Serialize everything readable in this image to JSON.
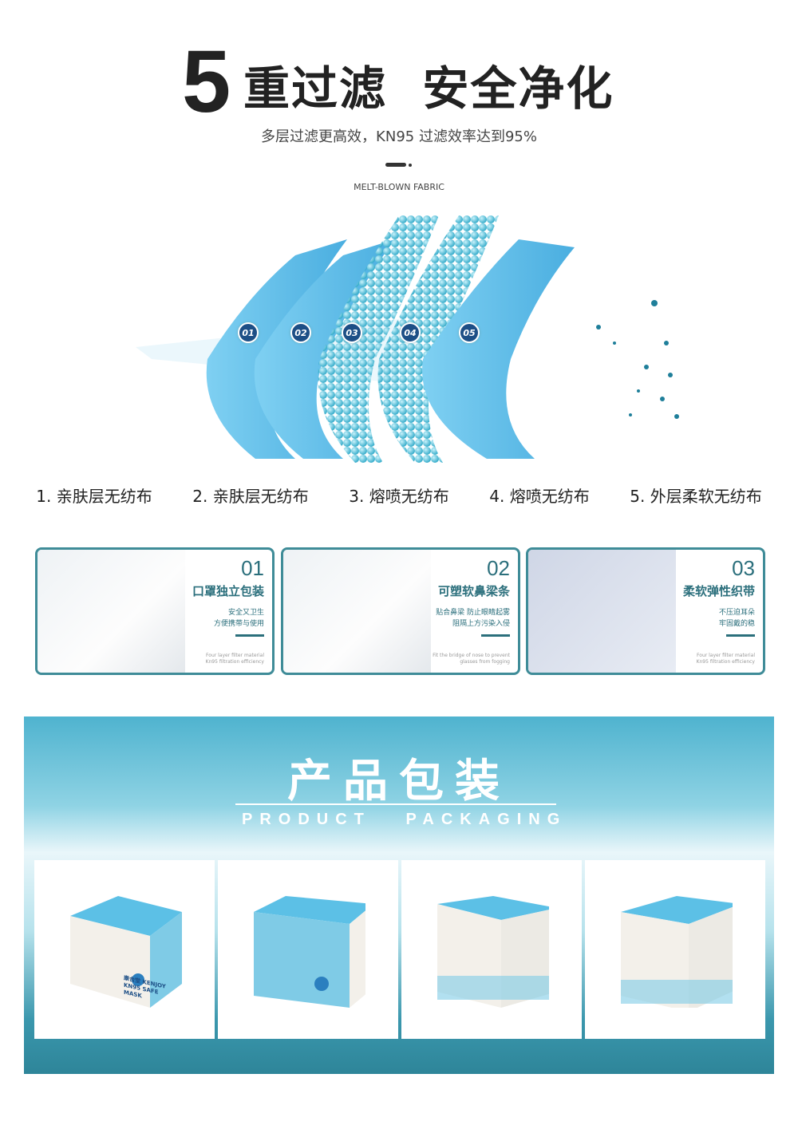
{
  "header": {
    "big_number": "5",
    "headline": "重过滤  安全净化",
    "subtitle": "多层过滤更高效，KN95 过滤效率达到95%",
    "label": "MELT-BLOWN FABRIC"
  },
  "layers": {
    "badges": [
      "01",
      "02",
      "03",
      "04",
      "05"
    ],
    "labels": [
      "1. 亲肤层无纺布",
      "2. 亲肤层无纺布",
      "3. 熔喷无纺布",
      "4. 熔喷无纺布",
      "5. 外层柔软无纺布"
    ]
  },
  "features": [
    {
      "num": "01",
      "title": "口罩独立包装",
      "desc1": "安全又卫生",
      "desc2": "方便携带与使用",
      "en1": "Four layer filter material",
      "en2": "Kn95 filtration efficiency"
    },
    {
      "num": "02",
      "title": "可塑软鼻梁条",
      "desc1": "贴合鼻梁  防止眼睛起雾",
      "desc2": "阻隔上方污染入侵",
      "en1": "Fit the bridge of nose to prevent",
      "en2": "glasses from fogging"
    },
    {
      "num": "03",
      "title": "柔软弹性织带",
      "desc1": "不压迫耳朵",
      "desc2": "牢固戴的稳",
      "en1": "Four layer filter material",
      "en2": "Kn95 filtration efficiency"
    }
  ],
  "packaging": {
    "title": "产品包装",
    "subtitle": "PRODUCT   PACKAGING",
    "box_brand": "康合堂 KENJOY KN95 SAFE MASK"
  },
  "colors": {
    "accent": "#2b6f7c",
    "layer_blue": "#5cc0e6",
    "badge": "#1d4f86",
    "pack_bg": "#4fb3cf"
  }
}
